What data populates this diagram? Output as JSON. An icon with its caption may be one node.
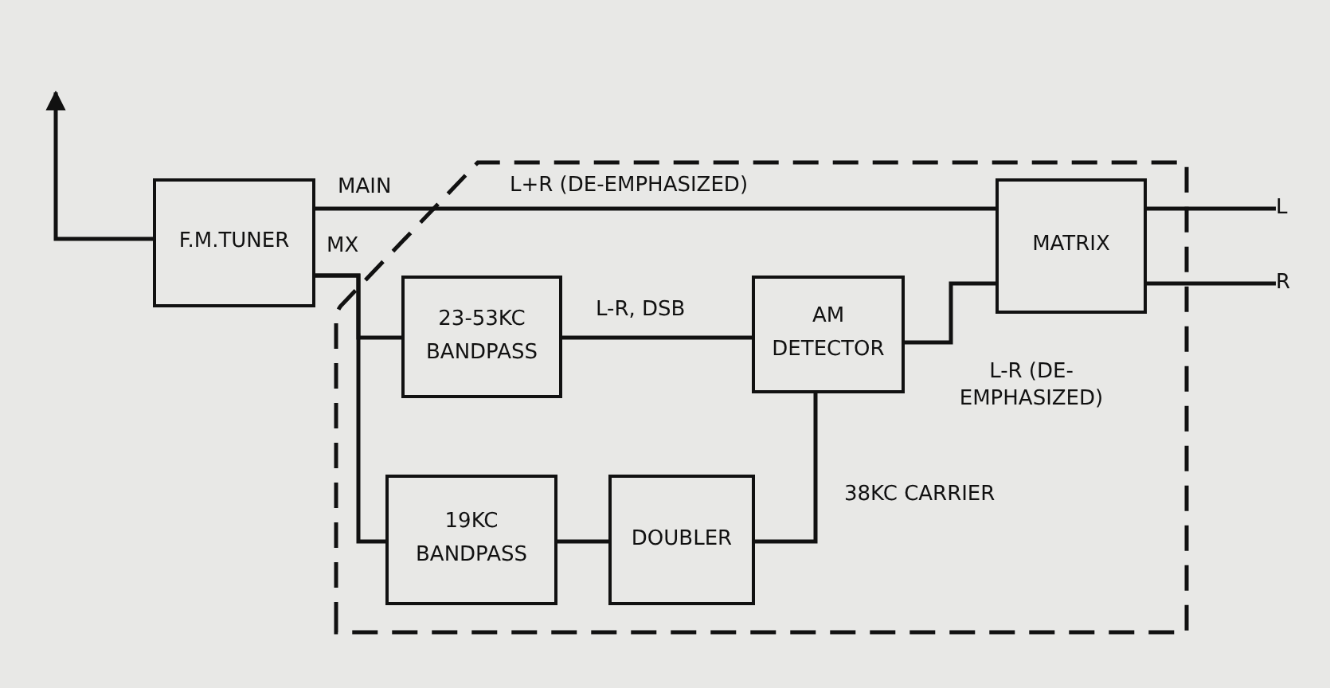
{
  "diagram": {
    "nodes": [
      {
        "text": [],
        "shape": "box"
      },
      {
        "text": [
          "F.M.TUNER"
        ]
      },
      {
        "text": [
          "23-53KC BANDPASS"
        ],
        "in": 0
      },
      {
        "text": [
          "AM DETECTOR"
        ],
        "in": 0
      },
      {
        "text": [
          "MATRIX"
        ],
        "in": 0
      },
      {
        "text": [
          "19KC BANDPASS"
        ],
        "in": 0
      },
      {
        "text": [
          "DOUBLER"
        ],
        "in": 0
      },
      {
        "text": [
          "L"
        ]
      },
      {
        "text": [
          "R"
        ]
      }
    ],
    "edges": [
      {
        "from": 1,
        "to": null,
        "arrow": "to"
      },
      {
        "from": 1,
        "to": 4,
        "arrow": "none",
        "label": "L+R (DE-EMPHASIZED)"
      },
      {
        "from": 1,
        "to": 2,
        "arrow": "none"
      },
      {
        "from": 1,
        "to": 5,
        "arrow": "none"
      },
      {
        "from": 2,
        "to": 3,
        "arrow": "none",
        "label": "L-R, DSB"
      },
      {
        "from": 3,
        "to": 4,
        "arrow": "none"
      },
      {
        "from": 5,
        "to": 6,
        "arrow": "none"
      },
      {
        "from": 6,
        "to": 3,
        "arrow": "none",
        "label": "38KC CARRIER"
      },
      {
        "from": 4,
        "to": 7,
        "arrow": "none"
      },
      {
        "from": 4,
        "to": 8,
        "arrow": "none"
      }
    ],
    "labels": [
      "MAIN",
      "MX",
      "L-R (DE-EMPHASIZED)"
    ]
  }
}
